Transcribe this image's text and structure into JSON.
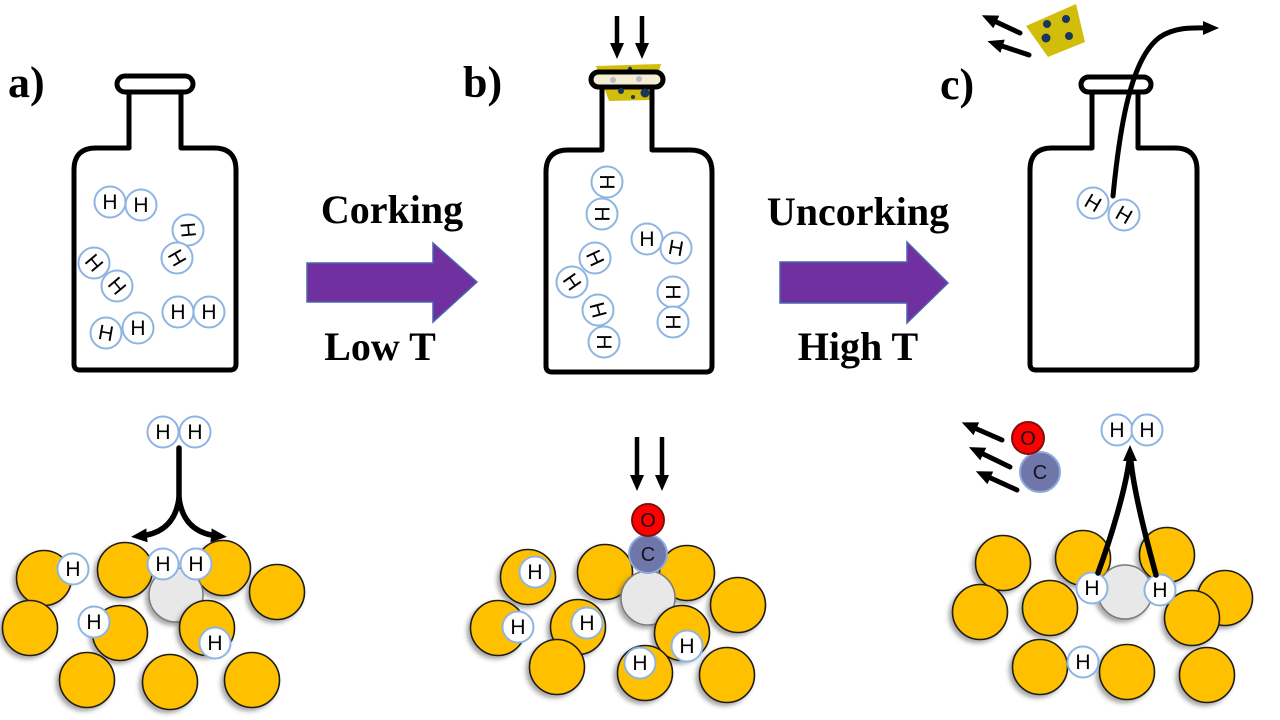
{
  "figure": {
    "panel_labels": {
      "a": "a)",
      "b": "b)",
      "c": "c)"
    },
    "transitions": {
      "corking": {
        "label": "Corking",
        "condition": "Low T"
      },
      "uncorking": {
        "label": "Uncorking",
        "condition": "High T"
      }
    },
    "atoms": {
      "hydrogen": "H",
      "carbon": "C",
      "oxygen": "O"
    },
    "counts": {
      "bottle_a_h2_molecules": 5,
      "bottle_b_h2_molecules": 5,
      "bottle_c_h2_molecules": 1,
      "surface_a_h_atoms": 5,
      "surface_b_h_atoms": 5,
      "surface_c_h_atoms": 3
    },
    "colors": {
      "metal": "#FFC000",
      "metal_outline": "#1F1F1F",
      "vacancy": "#E9E8E8",
      "purple_arrow": "#7030A0",
      "purple_arrow_outline": "#4A66AC",
      "cork": "#D2BE0A",
      "cork_speckle": "#17375E",
      "oxygen": "#FF0000",
      "carbon": "#6F76AA",
      "carbon_outline": "#8FAADC",
      "h_circle_outline": "#8EB4E3",
      "ink": "#000000"
    }
  }
}
